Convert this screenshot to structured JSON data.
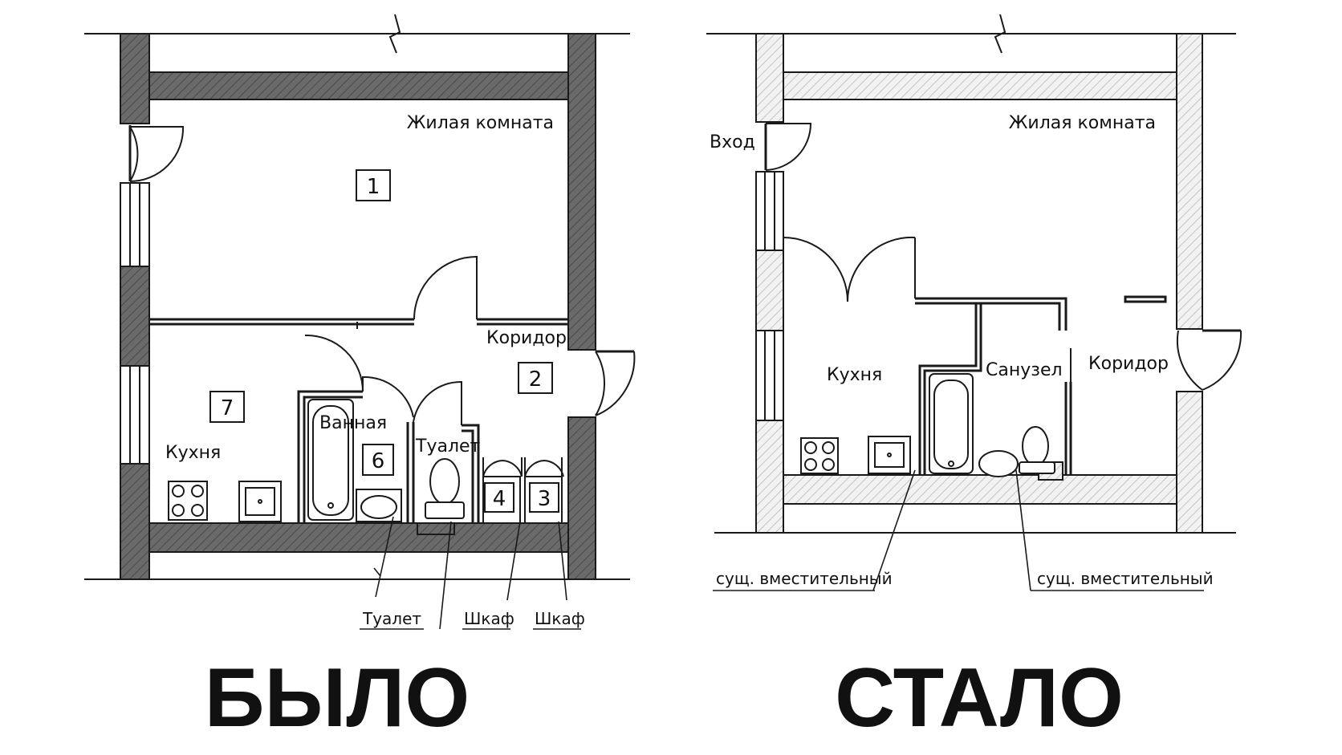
{
  "before": {
    "title": "БЫЛО",
    "rooms": {
      "living": "Жилая комната",
      "corridor": "Коридор",
      "bathroom": "Ванная",
      "toilet": "Туалет",
      "kitchen": "Кухня"
    },
    "numbers": {
      "living": "1",
      "corridor": "2",
      "closet_right": "3",
      "closet_left": "4",
      "bathroom": "6",
      "kitchen": "7"
    },
    "callouts": {
      "toilet": "Туалет",
      "closet_left": "Шкаф",
      "closet_right": "Шкаф"
    }
  },
  "after": {
    "title": "СТАЛО",
    "rooms": {
      "living": "Жилая комната",
      "entrance": "Вход",
      "kitchen": "Кухня",
      "bathroom": "Санузел",
      "corridor": "Коридор"
    },
    "callouts": {
      "riser_left": "сущ. вместительный",
      "riser_right": "сущ. вместительный"
    }
  }
}
